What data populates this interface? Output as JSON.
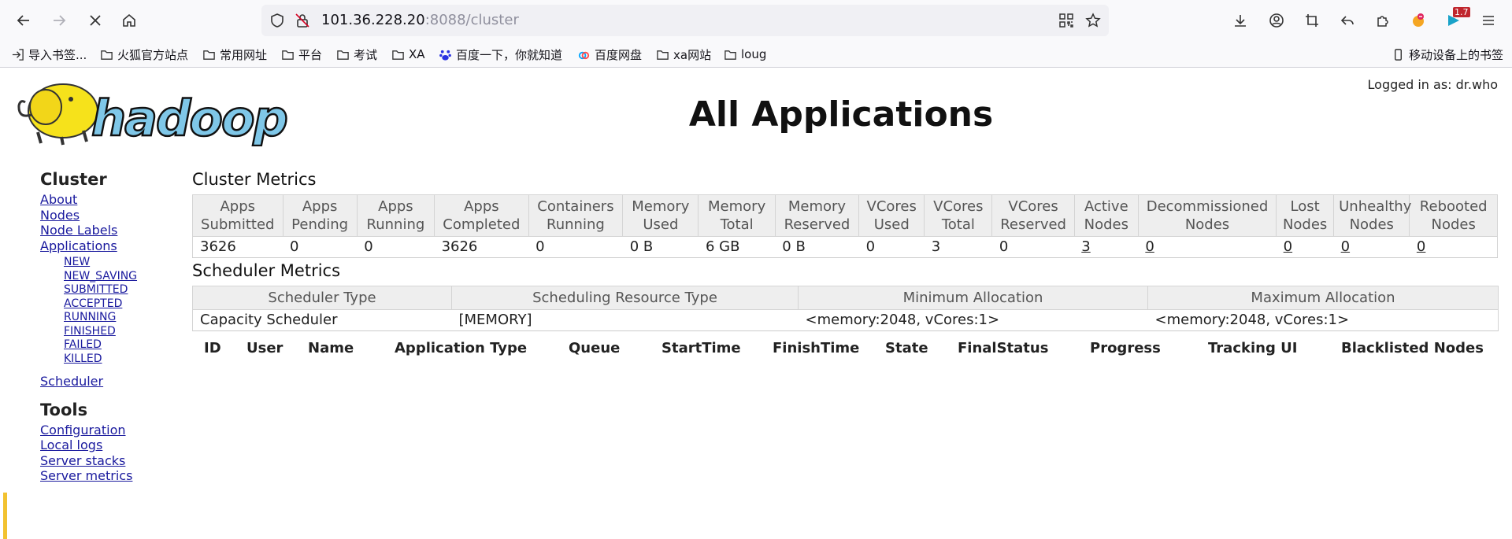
{
  "browser": {
    "url_host": "101.36.228.20",
    "url_rest": ":8088/cluster",
    "extension_badge": "1.7",
    "bookmarks": [
      {
        "label": "导入书签...",
        "icon": "import-icon"
      },
      {
        "label": "火狐官方站点",
        "icon": "folder-icon"
      },
      {
        "label": "常用网址",
        "icon": "folder-icon"
      },
      {
        "label": "平台",
        "icon": "folder-icon"
      },
      {
        "label": "考试",
        "icon": "folder-icon"
      },
      {
        "label": "XA",
        "icon": "folder-icon"
      },
      {
        "label": "百度一下，你就知道",
        "icon": "baidu-icon"
      },
      {
        "label": "百度网盘",
        "icon": "baidu-pan-icon"
      },
      {
        "label": "xa网站",
        "icon": "folder-icon"
      },
      {
        "label": "loug",
        "icon": "folder-icon"
      }
    ],
    "mobile_bookmarks": "移动设备上的书签"
  },
  "page": {
    "title": "All Applications",
    "logged_in": "Logged in as: dr.who",
    "logo_text": "hadoop"
  },
  "nav": {
    "cluster_heading": "Cluster",
    "cluster_links": [
      "About",
      "Nodes",
      "Node Labels",
      "Applications"
    ],
    "app_states": [
      "NEW",
      "NEW_SAVING",
      "SUBMITTED",
      "ACCEPTED",
      "RUNNING",
      "FINISHED",
      "FAILED",
      "KILLED"
    ],
    "scheduler_link": "Scheduler",
    "tools_heading": "Tools",
    "tools_links": [
      "Configuration",
      "Local logs",
      "Server stacks",
      "Server metrics"
    ]
  },
  "cluster_metrics": {
    "title": "Cluster Metrics",
    "headers": [
      [
        "Apps",
        "Submitted"
      ],
      [
        "Apps",
        "Pending"
      ],
      [
        "Apps",
        "Running"
      ],
      [
        "Apps",
        "Completed"
      ],
      [
        "Containers",
        "Running"
      ],
      [
        "Memory",
        "Used"
      ],
      [
        "Memory",
        "Total"
      ],
      [
        "Memory",
        "Reserved"
      ],
      [
        "VCores",
        "Used"
      ],
      [
        "VCores",
        "Total"
      ],
      [
        "VCores",
        "Reserved"
      ],
      [
        "Active",
        "Nodes"
      ],
      [
        "Decommissioned",
        "Nodes"
      ],
      [
        "Lost",
        "Nodes"
      ],
      [
        "Unhealthy",
        "Nodes"
      ],
      [
        "Rebooted",
        "Nodes"
      ]
    ],
    "values": [
      "3626",
      "0",
      "0",
      "3626",
      "0",
      "0 B",
      "6 GB",
      "0 B",
      "0",
      "3",
      "0",
      "3",
      "0",
      "0",
      "0",
      "0"
    ],
    "link_from_index": 11
  },
  "scheduler_metrics": {
    "title": "Scheduler Metrics",
    "headers": [
      "Scheduler Type",
      "Scheduling Resource Type",
      "Minimum Allocation",
      "Maximum Allocation"
    ],
    "values": [
      "Capacity Scheduler",
      "[MEMORY]",
      "<memory:2048, vCores:1>",
      "<memory:2048, vCores:1>"
    ]
  },
  "applications_table": {
    "headers": [
      "ID",
      "User",
      "Name",
      "Application Type",
      "Queue",
      "StartTime",
      "FinishTime",
      "State",
      "FinalStatus",
      "Progress",
      "Tracking UI",
      "Blacklisted Nodes"
    ]
  },
  "colors": {
    "link": "#1a1a9e",
    "header_bg": "#eeeeee",
    "border": "#d4d4d4"
  }
}
